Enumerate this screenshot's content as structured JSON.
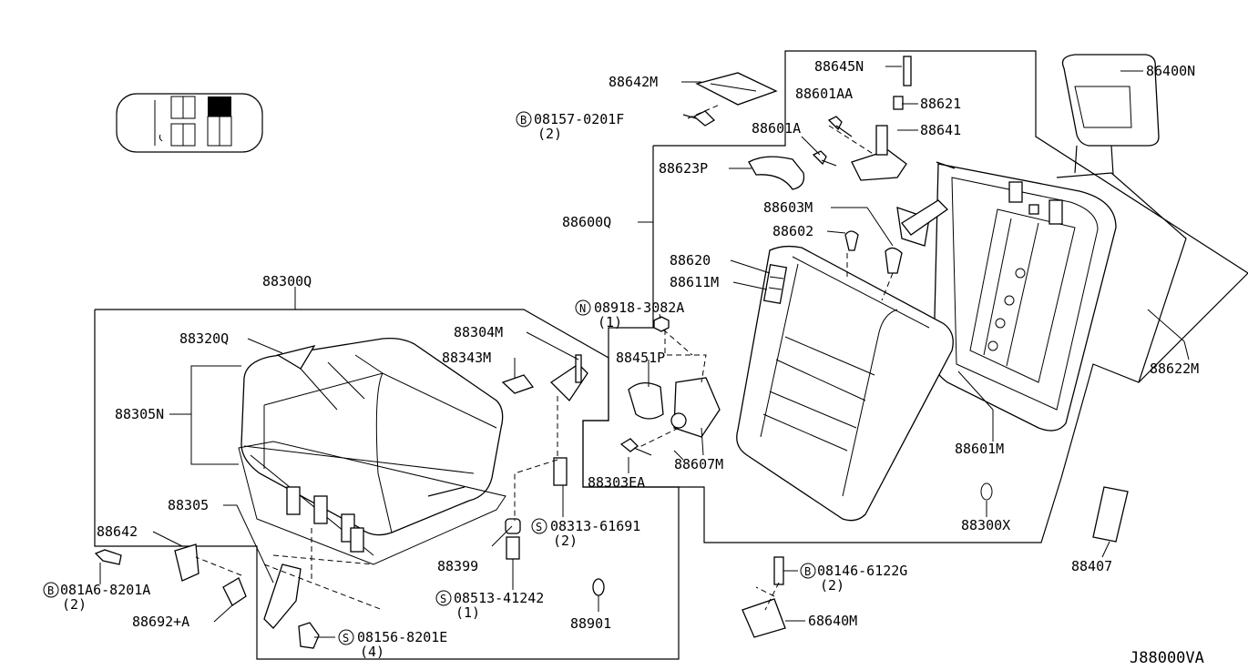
{
  "diagram_id": "J88000VA",
  "labels": {
    "p86400N": "86400N",
    "p88645N": "88645N",
    "p88642M": "88642M",
    "p88601AA": "88601AA",
    "p88621": "88621",
    "p08157": "08157-0201F",
    "p08157q": "(2)",
    "p88641": "88641",
    "p88601A": "88601A",
    "p88623P": "88623P",
    "p88603M": "88603M",
    "p88600Q": "88600Q",
    "p88602": "88602",
    "p88620": "88620",
    "p88611M": "88611M",
    "p88622M": "88622M",
    "p88300Q": "88300Q",
    "p08918": "08918-3082A",
    "p08918q": "(1)",
    "p88304M": "88304M",
    "p88320Q": "88320Q",
    "p88343M": "88343M",
    "p88451P": "88451P",
    "p88305N": "88305N",
    "p88601M": "88601M",
    "p88303EA": "88303EA",
    "p88607M": "88607M",
    "p88300X": "88300X",
    "p88305": "88305",
    "p08313": "08313-61691",
    "p08313q": "(2)",
    "p88642": "88642",
    "p88399": "88399",
    "p081A6": "081A6-8201A",
    "p081A6q": "(2)",
    "p08513": "08513-41242",
    "p08513q": "(1)",
    "p08146": "08146-6122G",
    "p08146q": "(2)",
    "p88407": "88407",
    "p88692A": "88692+A",
    "p88901": "88901",
    "p68640M": "68640M",
    "p08156": "08156-8201E",
    "p08156q": "(4)"
  },
  "markers": {
    "bolt": "B",
    "nut": "N",
    "screw": "S"
  }
}
